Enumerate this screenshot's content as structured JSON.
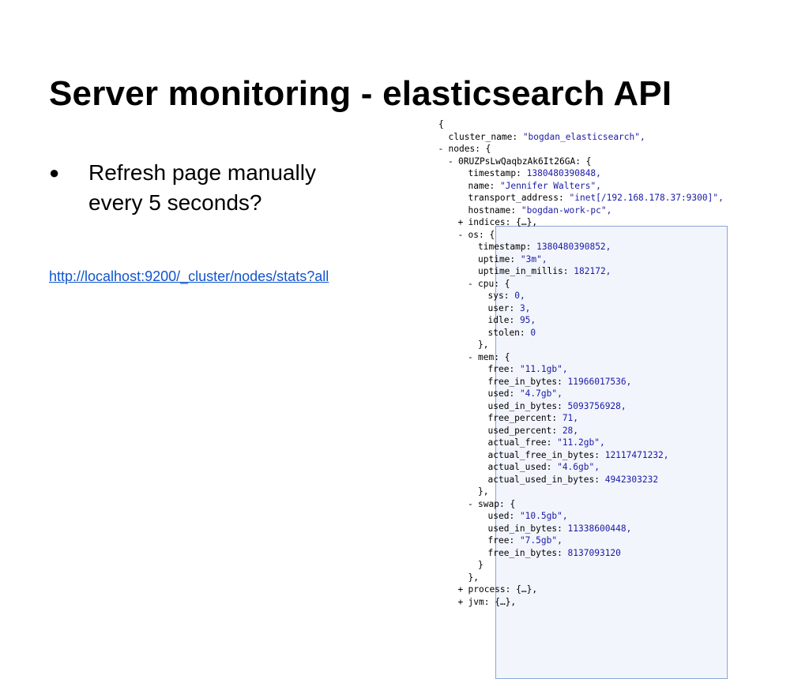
{
  "slide": {
    "title": "Server monitoring - elasticsearch API",
    "bullets": [
      {
        "line1": "Refresh page manually",
        "line2": "every 5 seconds?"
      }
    ],
    "link": "http://localhost:9200/_cluster/nodes/stats?all"
  },
  "json_view": {
    "lines": [
      {
        "indent": 0,
        "toggle": "",
        "key": "",
        "value": "{",
        "vtype": "p"
      },
      {
        "indent": 1,
        "toggle": "",
        "key": "cluster_name",
        "value": "\"bogdan_elasticsearch\",",
        "vtype": "s"
      },
      {
        "indent": 1,
        "toggle": "-",
        "key": "nodes",
        "value": "{",
        "vtype": "p"
      },
      {
        "indent": 2,
        "toggle": "-",
        "key": "0RUZPsLwQaqbzAk6It26GA",
        "value": "{",
        "vtype": "p"
      },
      {
        "indent": 3,
        "toggle": "",
        "key": "timestamp",
        "value": "1380480390848,",
        "vtype": "n"
      },
      {
        "indent": 3,
        "toggle": "",
        "key": "name",
        "value": "\"Jennifer Walters\",",
        "vtype": "s"
      },
      {
        "indent": 3,
        "toggle": "",
        "key": "transport_address",
        "value": "\"inet[/192.168.178.37:9300]\",",
        "vtype": "s"
      },
      {
        "indent": 3,
        "toggle": "",
        "key": "hostname",
        "value": "\"bogdan-work-pc\",",
        "vtype": "s"
      },
      {
        "indent": 3,
        "toggle": "+",
        "key": "indices",
        "value": "{…},",
        "vtype": "p"
      },
      {
        "indent": 3,
        "toggle": "-",
        "key": "os",
        "value": "{",
        "vtype": "p"
      },
      {
        "indent": 4,
        "toggle": "",
        "key": "timestamp",
        "value": "1380480390852,",
        "vtype": "n"
      },
      {
        "indent": 4,
        "toggle": "",
        "key": "uptime",
        "value": "\"3m\",",
        "vtype": "s"
      },
      {
        "indent": 4,
        "toggle": "",
        "key": "uptime_in_millis",
        "value": "182172,",
        "vtype": "n"
      },
      {
        "indent": 4,
        "toggle": "-",
        "key": "cpu",
        "value": "{",
        "vtype": "p"
      },
      {
        "indent": 5,
        "toggle": "",
        "key": "sys",
        "value": "0,",
        "vtype": "n"
      },
      {
        "indent": 5,
        "toggle": "",
        "key": "user",
        "value": "3,",
        "vtype": "n"
      },
      {
        "indent": 5,
        "toggle": "",
        "key": "idle",
        "value": "95,",
        "vtype": "n"
      },
      {
        "indent": 5,
        "toggle": "",
        "key": "stolen",
        "value": "0",
        "vtype": "n"
      },
      {
        "indent": 4,
        "toggle": "",
        "key": "",
        "value": "},",
        "vtype": "p"
      },
      {
        "indent": 4,
        "toggle": "-",
        "key": "mem",
        "value": "{",
        "vtype": "p"
      },
      {
        "indent": 5,
        "toggle": "",
        "key": "free",
        "value": "\"11.1gb\",",
        "vtype": "s"
      },
      {
        "indent": 5,
        "toggle": "",
        "key": "free_in_bytes",
        "value": "11966017536,",
        "vtype": "n"
      },
      {
        "indent": 5,
        "toggle": "",
        "key": "used",
        "value": "\"4.7gb\",",
        "vtype": "s"
      },
      {
        "indent": 5,
        "toggle": "",
        "key": "used_in_bytes",
        "value": "5093756928,",
        "vtype": "n"
      },
      {
        "indent": 5,
        "toggle": "",
        "key": "free_percent",
        "value": "71,",
        "vtype": "n"
      },
      {
        "indent": 5,
        "toggle": "",
        "key": "used_percent",
        "value": "28,",
        "vtype": "n"
      },
      {
        "indent": 5,
        "toggle": "",
        "key": "actual_free",
        "value": "\"11.2gb\",",
        "vtype": "s"
      },
      {
        "indent": 5,
        "toggle": "",
        "key": "actual_free_in_bytes",
        "value": "12117471232,",
        "vtype": "n"
      },
      {
        "indent": 5,
        "toggle": "",
        "key": "actual_used",
        "value": "\"4.6gb\",",
        "vtype": "s"
      },
      {
        "indent": 5,
        "toggle": "",
        "key": "actual_used_in_bytes",
        "value": "4942303232",
        "vtype": "n"
      },
      {
        "indent": 4,
        "toggle": "",
        "key": "",
        "value": "},",
        "vtype": "p"
      },
      {
        "indent": 4,
        "toggle": "-",
        "key": "swap",
        "value": "{",
        "vtype": "p"
      },
      {
        "indent": 5,
        "toggle": "",
        "key": "used",
        "value": "\"10.5gb\",",
        "vtype": "s"
      },
      {
        "indent": 5,
        "toggle": "",
        "key": "used_in_bytes",
        "value": "11338600448,",
        "vtype": "n"
      },
      {
        "indent": 5,
        "toggle": "",
        "key": "free",
        "value": "\"7.5gb\",",
        "vtype": "s"
      },
      {
        "indent": 5,
        "toggle": "",
        "key": "free_in_bytes",
        "value": "8137093120",
        "vtype": "n"
      },
      {
        "indent": 4,
        "toggle": "",
        "key": "",
        "value": "}",
        "vtype": "p"
      },
      {
        "indent": 3,
        "toggle": "",
        "key": "",
        "value": "},",
        "vtype": "p"
      },
      {
        "indent": 3,
        "toggle": "+",
        "key": "process",
        "value": "{…},",
        "vtype": "p"
      },
      {
        "indent": 3,
        "toggle": "+",
        "key": "jvm",
        "value": "{…},",
        "vtype": "p"
      }
    ]
  }
}
